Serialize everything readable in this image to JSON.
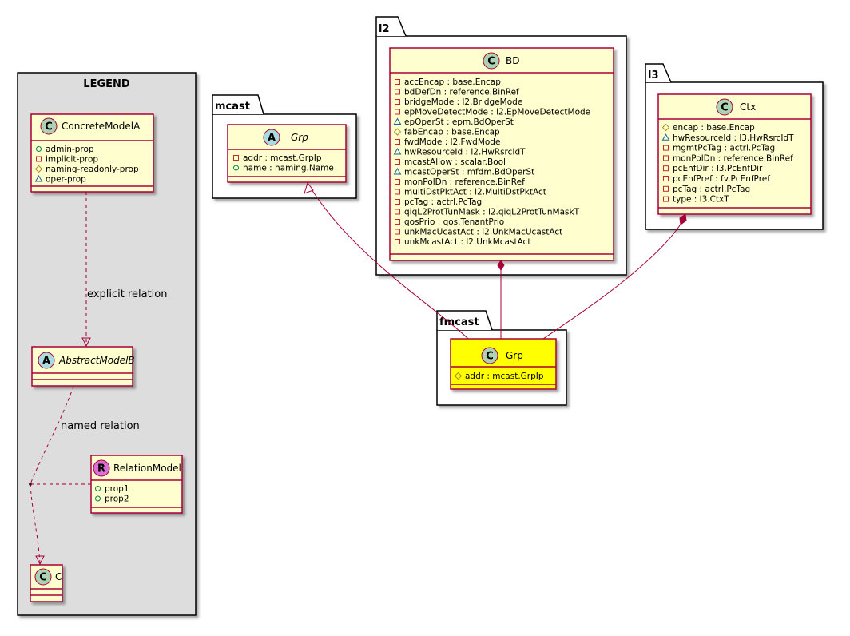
{
  "legend": {
    "title": "LEGEND",
    "concrete": {
      "stereotype": "C",
      "name": "ConcreteModelA",
      "attributes": [
        {
          "vis": "+",
          "text": "admin-prop"
        },
        {
          "vis": "-",
          "text": "implicit-prop"
        },
        {
          "vis": "#",
          "text": "naming-readonly-prop"
        },
        {
          "vis": "~",
          "text": "oper-prop"
        }
      ]
    },
    "abstract": {
      "stereotype": "A",
      "name": "AbstractModelB"
    },
    "relation_model": {
      "stereotype": "R",
      "name": "RelationModel",
      "attributes": [
        {
          "vis": "+",
          "text": "prop1"
        },
        {
          "vis": "+",
          "text": "prop2"
        }
      ]
    },
    "c": {
      "stereotype": "C",
      "name": "C"
    },
    "explicit_label": "explicit relation",
    "named_label": "named relation"
  },
  "packages": {
    "mcast": {
      "label": "mcast",
      "class": {
        "stereotype": "A",
        "name": "Grp",
        "attributes": [
          {
            "vis": "-",
            "text": "addr : mcast.GrpIp"
          },
          {
            "vis": "+",
            "text": "name : naming.Name"
          }
        ]
      }
    },
    "l2": {
      "label": "l2",
      "class": {
        "stereotype": "C",
        "name": "BD",
        "attributes": [
          {
            "vis": "-",
            "text": "accEncap : base.Encap"
          },
          {
            "vis": "-",
            "text": "bdDefDn : reference.BinRef"
          },
          {
            "vis": "-",
            "text": "bridgeMode : l2.BridgeMode"
          },
          {
            "vis": "-",
            "text": "epMoveDetectMode : l2.EpMoveDetectMode"
          },
          {
            "vis": "~",
            "text": "epOperSt : epm.BdOperSt"
          },
          {
            "vis": "#",
            "text": "fabEncap : base.Encap"
          },
          {
            "vis": "-",
            "text": "fwdMode : l2.FwdMode"
          },
          {
            "vis": "~",
            "text": "hwResourceId : l2.HwRsrcIdT"
          },
          {
            "vis": "-",
            "text": "mcastAllow : scalar.Bool"
          },
          {
            "vis": "~",
            "text": "mcastOperSt : mfdm.BdOperSt"
          },
          {
            "vis": "-",
            "text": "monPolDn : reference.BinRef"
          },
          {
            "vis": "-",
            "text": "multiDstPktAct : l2.MultiDstPktAct"
          },
          {
            "vis": "-",
            "text": "pcTag : actrl.PcTag"
          },
          {
            "vis": "-",
            "text": "qiqL2ProtTunMask : l2.qiqL2ProtTunMaskT"
          },
          {
            "vis": "-",
            "text": "qosPrio : qos.TenantPrio"
          },
          {
            "vis": "-",
            "text": "unkMacUcastAct : l2.UnkMacUcastAct"
          },
          {
            "vis": "-",
            "text": "unkMcastAct : l2.UnkMcastAct"
          }
        ]
      }
    },
    "l3": {
      "label": "l3",
      "class": {
        "stereotype": "C",
        "name": "Ctx",
        "attributes": [
          {
            "vis": "#",
            "text": "encap : base.Encap"
          },
          {
            "vis": "~",
            "text": "hwResourceId : l3.HwRsrcIdT"
          },
          {
            "vis": "-",
            "text": "mgmtPcTag : actrl.PcTag"
          },
          {
            "vis": "-",
            "text": "monPolDn : reference.BinRef"
          },
          {
            "vis": "-",
            "text": "pcEnfDir : l3.PcEnfDir"
          },
          {
            "vis": "-",
            "text": "pcEnfPref : fv.PcEnfPref"
          },
          {
            "vis": "-",
            "text": "pcTag : actrl.PcTag"
          },
          {
            "vis": "-",
            "text": "type : l3.CtxT"
          }
        ]
      }
    },
    "fmcast": {
      "label": "fmcast",
      "class": {
        "stereotype": "C",
        "name": "Grp",
        "attributes": [
          {
            "vis": "#",
            "text": "addr : mcast.GrpIp"
          }
        ]
      }
    }
  },
  "colors": {
    "class_fill": "#FEFECE",
    "class_border": "#A80036",
    "highlight_fill": "#FFFF00",
    "legend_fill": "#DDDDDD",
    "circle_c": "#ADD1B2",
    "circle_a": "#A9DCDF",
    "circle_r": "#DA70D6"
  }
}
